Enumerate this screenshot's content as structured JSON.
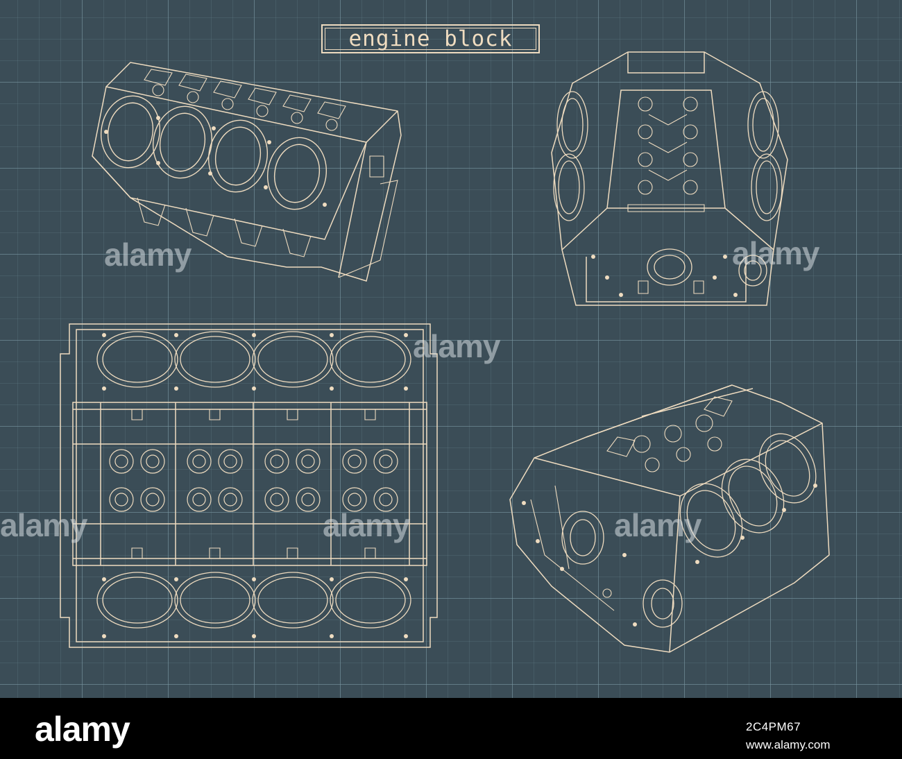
{
  "title": "engine block",
  "watermark": "alamy",
  "footer": {
    "logo": "alamy",
    "image_id": "2C4PM67",
    "url": "www.alamy.com"
  },
  "colors": {
    "background": "#3b4d57",
    "line": "#efdcc0",
    "footer": "#000000"
  }
}
